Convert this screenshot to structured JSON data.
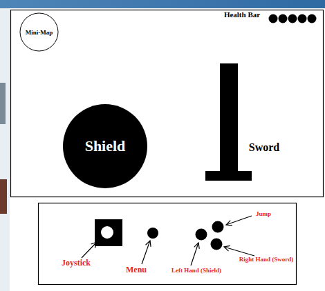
{
  "diagram": {
    "nodes": [
      {
        "text": [
          "Mini-Map"
        ]
      },
      {
        "text": [
          "Shield"
        ]
      }
    ],
    "labels": [
      "Health Bar",
      "Sword",
      "Jump",
      "Joystick",
      "Menu",
      "Left Hand (Shield)",
      "Right Hand (Sword)"
    ]
  }
}
